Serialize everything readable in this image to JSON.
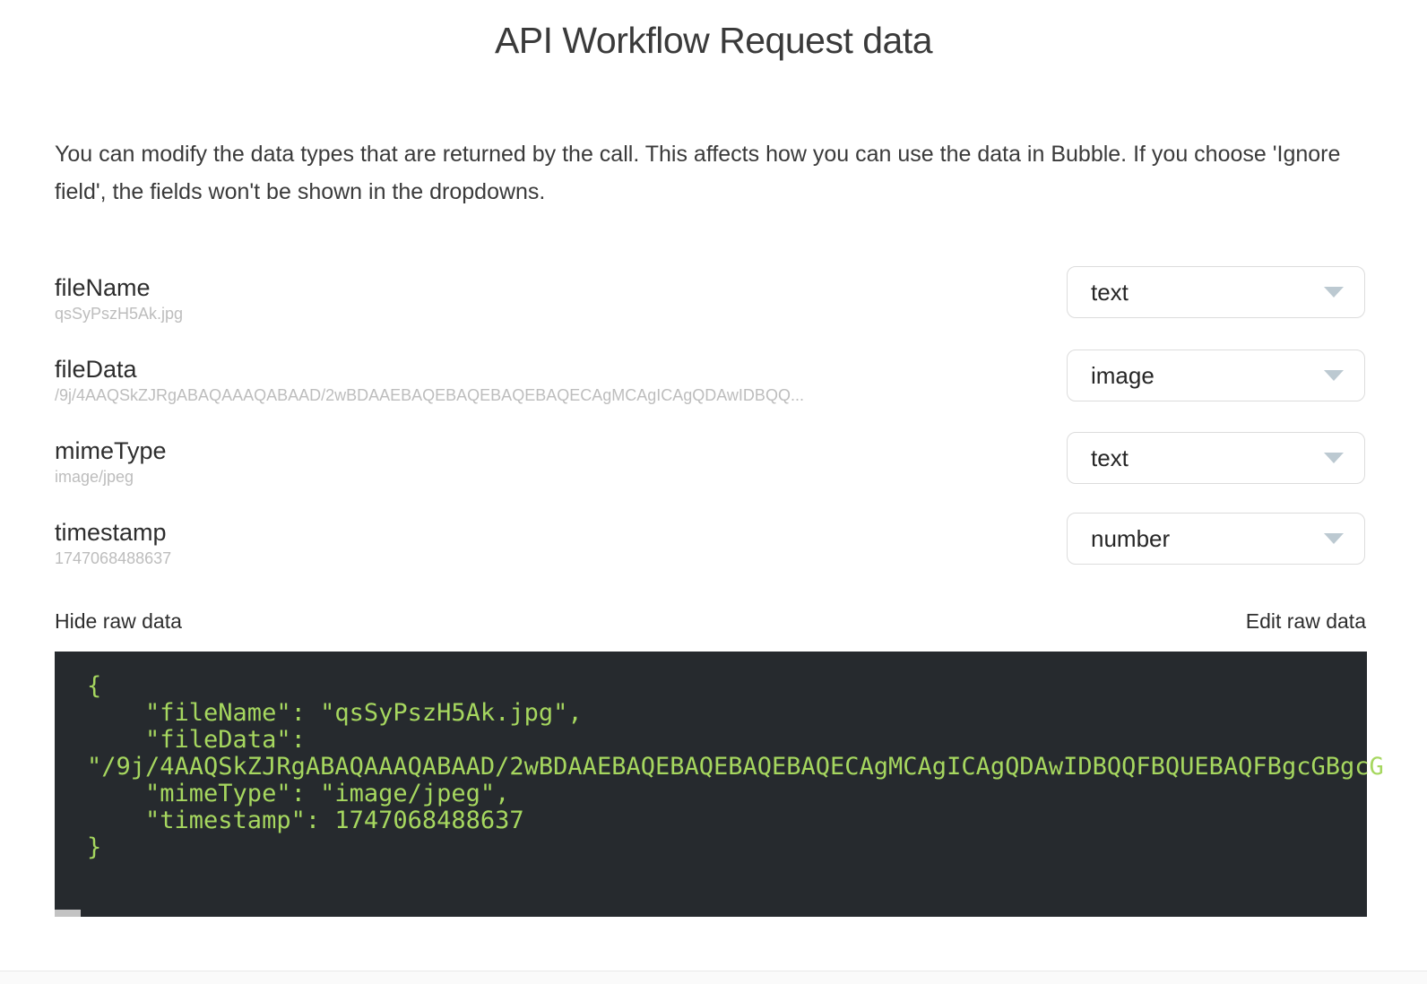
{
  "title": "API Workflow Request data",
  "description": "You can modify the data types that are returned by the call. This affects how you can use the data in Bubble. If you choose 'Ignore field', the fields won't be shown in the dropdowns.",
  "fields": [
    {
      "name": "fileName",
      "sample": "qsSyPszH5Ak.jpg",
      "type": "text"
    },
    {
      "name": "fileData",
      "sample": "/9j/4AAQSkZJRgABAQAAAQABAAD/2wBDAAEBAQEBAQEBAQEBAQECAgMCAgICAgQDAwIDBQQ...",
      "type": "image"
    },
    {
      "name": "mimeType",
      "sample": "image/jpeg",
      "type": "text"
    },
    {
      "name": "timestamp",
      "sample": "1747068488637",
      "type": "number"
    }
  ],
  "raw_data": {
    "hide_label": "Hide raw data",
    "edit_label": "Edit raw data",
    "code_lines": [
      "{",
      "    \"fileName\": \"qsSyPszH5Ak.jpg\",",
      "    \"fileData\":",
      "\"/9j/4AAQSkZJRgABAQAAAQABAAD/2wBDAAEBAQEBAQEBAQEBAQECAgMCAgICAgQDAwIDBQQFBQUEBAQFBgcGBgcG",
      "    \"mimeType\": \"image/jpeg\",",
      "    \"timestamp\": 1747068488637",
      "}"
    ]
  },
  "icons": {
    "dropdown_caret": "chevron-down-icon"
  },
  "colors": {
    "code_background": "#262a2e",
    "code_text": "#a6d75f",
    "dropdown_border": "#dcdcdc",
    "caret": "#bcc9d1",
    "muted_text": "#bdbdbd",
    "primary_text": "#3a3a3a",
    "scrollbar_thumb": "#c3c3c3"
  }
}
